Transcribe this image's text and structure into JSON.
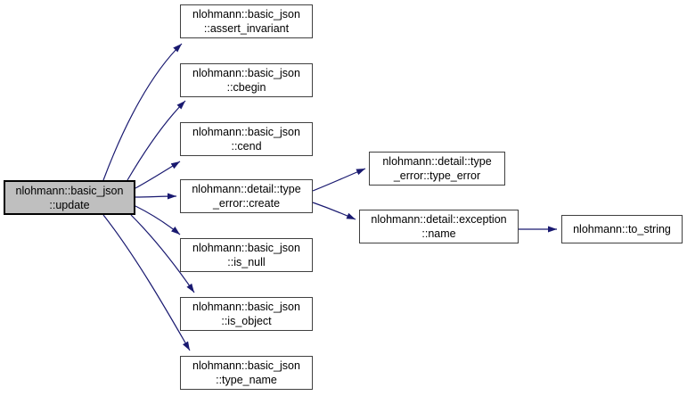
{
  "diagram": {
    "kind": "doxygen-call-graph",
    "colors": {
      "edge": "#191970",
      "node_border": "#404040",
      "node_fill": "#ffffff",
      "selected_node_fill": "#bfbfbf",
      "selected_node_border": "#000000",
      "text": "#000000",
      "background": "#ffffff"
    },
    "nodes": {
      "update": {
        "line1": "nlohmann::basic_json",
        "line2": "::update",
        "selected": true
      },
      "assert_invariant": {
        "line1": "nlohmann::basic_json",
        "line2": "::assert_invariant"
      },
      "cbegin": {
        "line1": "nlohmann::basic_json",
        "line2": "::cbegin"
      },
      "cend": {
        "line1": "nlohmann::basic_json",
        "line2": "::cend"
      },
      "create": {
        "line1": "nlohmann::detail::type",
        "line2": "_error::create"
      },
      "is_null": {
        "line1": "nlohmann::basic_json",
        "line2": "::is_null"
      },
      "is_object": {
        "line1": "nlohmann::basic_json",
        "line2": "::is_object"
      },
      "type_error_ctor": {
        "line1": "nlohmann::detail::type",
        "line2": "_error::type_error"
      },
      "exception_name": {
        "line1": "nlohmann::detail::exception",
        "line2": "::name"
      },
      "to_string": {
        "line1": "nlohmann::to_string"
      },
      "type_name": {
        "line1": "nlohmann::basic_json",
        "line2": "::type_name"
      }
    },
    "edges": [
      {
        "from": "update",
        "to": "assert_invariant"
      },
      {
        "from": "update",
        "to": "cbegin"
      },
      {
        "from": "update",
        "to": "cend"
      },
      {
        "from": "update",
        "to": "create"
      },
      {
        "from": "update",
        "to": "is_null"
      },
      {
        "from": "update",
        "to": "is_object"
      },
      {
        "from": "update",
        "to": "type_name"
      },
      {
        "from": "create",
        "to": "type_error_ctor"
      },
      {
        "from": "create",
        "to": "exception_name"
      },
      {
        "from": "exception_name",
        "to": "to_string"
      }
    ]
  }
}
